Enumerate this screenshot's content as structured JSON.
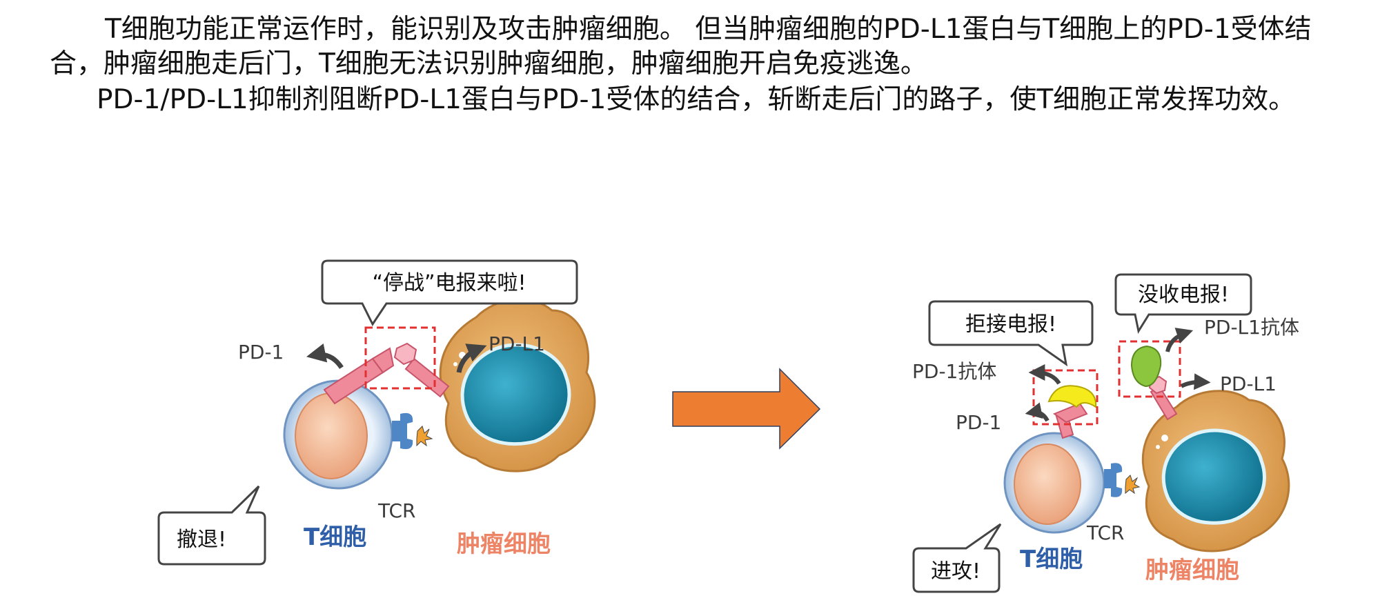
{
  "text": {
    "paragraph_1": "T细胞功能正常运作时，能识别及攻击肿瘤细胞。 但当肿瘤细胞的PD-L1蛋白与T细胞上的PD-1受体结合，肿瘤细胞走后门，T细胞无法识别肿瘤细胞，肿瘤细胞开启免疫逃逸。",
    "paragraph_2": "PD-1/PD-L1抑制剂阻断PD-L1蛋白与PD-1受体的结合，斩断走后门的路子，使T细胞正常发挥功效。"
  },
  "left_panel": {
    "bubble_signal": "“停战”电报来啦!",
    "bubble_retreat": "撤退!",
    "label_pd1": "PD-1",
    "label_pdl1": "PD-L1",
    "label_tcr": "TCR",
    "label_tcell": "T细胞",
    "label_tumor": "肿瘤细胞"
  },
  "right_panel": {
    "bubble_refuse": "拒接电报!",
    "bubble_confiscate": "没收电报!",
    "bubble_attack": "进攻!",
    "label_pd1_antibody": "PD-1抗体",
    "label_pd1": "PD-1",
    "label_pdl1_antibody": "PD-L1抗体",
    "label_pdl1": "PD-L1",
    "label_tcr": "TCR",
    "label_tcell": "T细胞",
    "label_tumor": "肿瘤细胞"
  },
  "colors": {
    "arrow": "#ed7d31",
    "tumor_body": "#e0a662",
    "tumor_nucleus": "#1f8aa8",
    "tcell_ring": "#c9dcef",
    "tcell_nucleus": "#f6c7a6",
    "receptor": "#ee8a9a",
    "tcr": "#4f86c6",
    "pd1_antibody": "#f5ea1c",
    "pdl1_antibody": "#8cc63f",
    "highlight_box": "#e03030"
  }
}
